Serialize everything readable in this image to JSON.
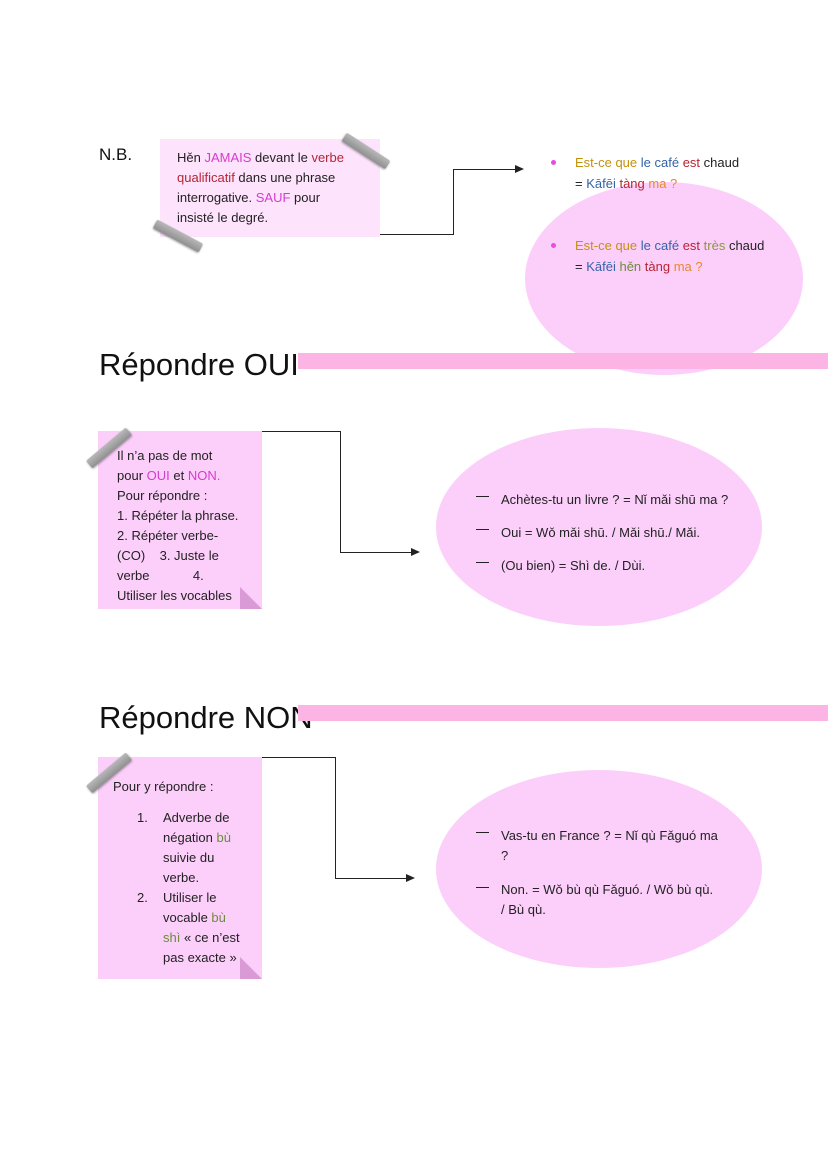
{
  "nb": {
    "label": "N.B.",
    "note_line1_a": "Hěn ",
    "note_line1_b": "JAMAIS",
    "note_line1_c": " devant le ",
    "note_line1_d": "verbe",
    "note_line2_a": "qualificatif",
    "note_line2_b": " dans une phrase",
    "note_line3_a": "interrogative. ",
    "note_line3_b": "SAUF",
    "note_line3_c": " pour",
    "note_line4": "insisté le degré."
  },
  "examples": {
    "ex1_a": "Est-ce que ",
    "ex1_b": "le ",
    "ex1_c": "café ",
    "ex1_d": "est ",
    "ex1_e": "chaud",
    "ex1_line2_a": "= ",
    "ex1_line2_b": "Kāfēi ",
    "ex1_line2_c": "tàng ",
    "ex1_line2_d": "ma ?",
    "ex2_a": "Est-ce que ",
    "ex2_b": "le ",
    "ex2_c": "café ",
    "ex2_d": "est ",
    "ex2_e": "très ",
    "ex2_f": "chaud",
    "ex2_line2_a": "= ",
    "ex2_line2_b": "Kāfēi ",
    "ex2_line2_c": "hěn ",
    "ex2_line2_d": "tàng ",
    "ex2_line2_e": "ma ?"
  },
  "oui": {
    "heading": "Répondre OUI",
    "note_l1": "Il n’a pas de mot",
    "note_l2_a": "pour ",
    "note_l2_b": "OUI",
    "note_l2_c": " et ",
    "note_l2_d": "NON.",
    "note_l3": "Pour répondre :",
    "note_l4": "1. Répéter la phrase.",
    "note_l5": "2. Répéter verbe-",
    "note_l6": "(CO)    3. Juste le",
    "note_l7": "verbe            4.",
    "note_l8": "Utiliser les vocables",
    "items": [
      "Achètes-tu un livre ? = Nǐ mǎi shū ma ?",
      "Oui = Wǒ mǎi shū. / Mǎi shū./ Mǎi.",
      "(Ou bien) = Shì de. / Dùi."
    ]
  },
  "non": {
    "heading": "Répondre NON",
    "note_intro": "Pour y répondre :",
    "item1_num": "1.",
    "item1_l1": "Adverbe de",
    "item1_l2_a": "négation ",
    "item1_l2_b": "bù",
    "item1_l3": "suivie du",
    "item1_l4": "verbe.",
    "item2_num": "2.",
    "item2_l1": "Utiliser le",
    "item2_l2_a": "vocable ",
    "item2_l2_b": "bù",
    "item2_l3_a": "shì",
    "item2_l3_b": " « ce n’est",
    "item2_l4": "pas exacte »",
    "items_l1": "Vas-tu en France ? = Nǐ qù Fǎguó ma",
    "items_l1b": "?",
    "items_l2": "Non. = Wǒ bù qù Fǎguó. / Wǒ bù qù.",
    "items_l2b": "/ Bù qù."
  }
}
